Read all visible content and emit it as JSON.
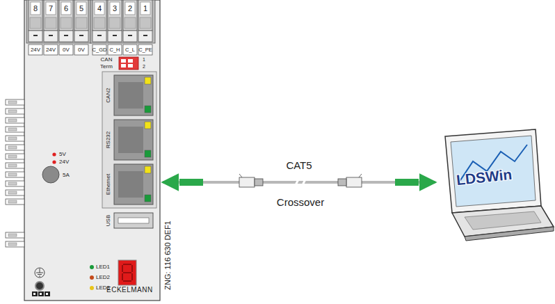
{
  "diagram": {
    "nodes": [
      {
        "text": [
          "ECKELMANN"
        ]
      },
      {
        "text": [
          "LDSWin"
        ]
      }
    ],
    "edges": [
      {
        "from": 0,
        "to": 1,
        "arrow": "both",
        "label": "CAT5"
      }
    ],
    "labels": [
      "8",
      "7",
      "6",
      "5",
      "4",
      "3",
      "2",
      "1",
      "24V",
      "24V",
      "0V",
      "0V",
      "C_GD",
      "C_H",
      "C_L",
      "C_PE",
      "CAN",
      "Term",
      "1",
      "2",
      "CAN2",
      "RS232",
      "Ethernet",
      "USB",
      "5V",
      "24V",
      "5A",
      "LED1",
      "LED2",
      "LED3",
      "ZNG: 116 630 DEF1",
      "Crossover"
    ]
  }
}
